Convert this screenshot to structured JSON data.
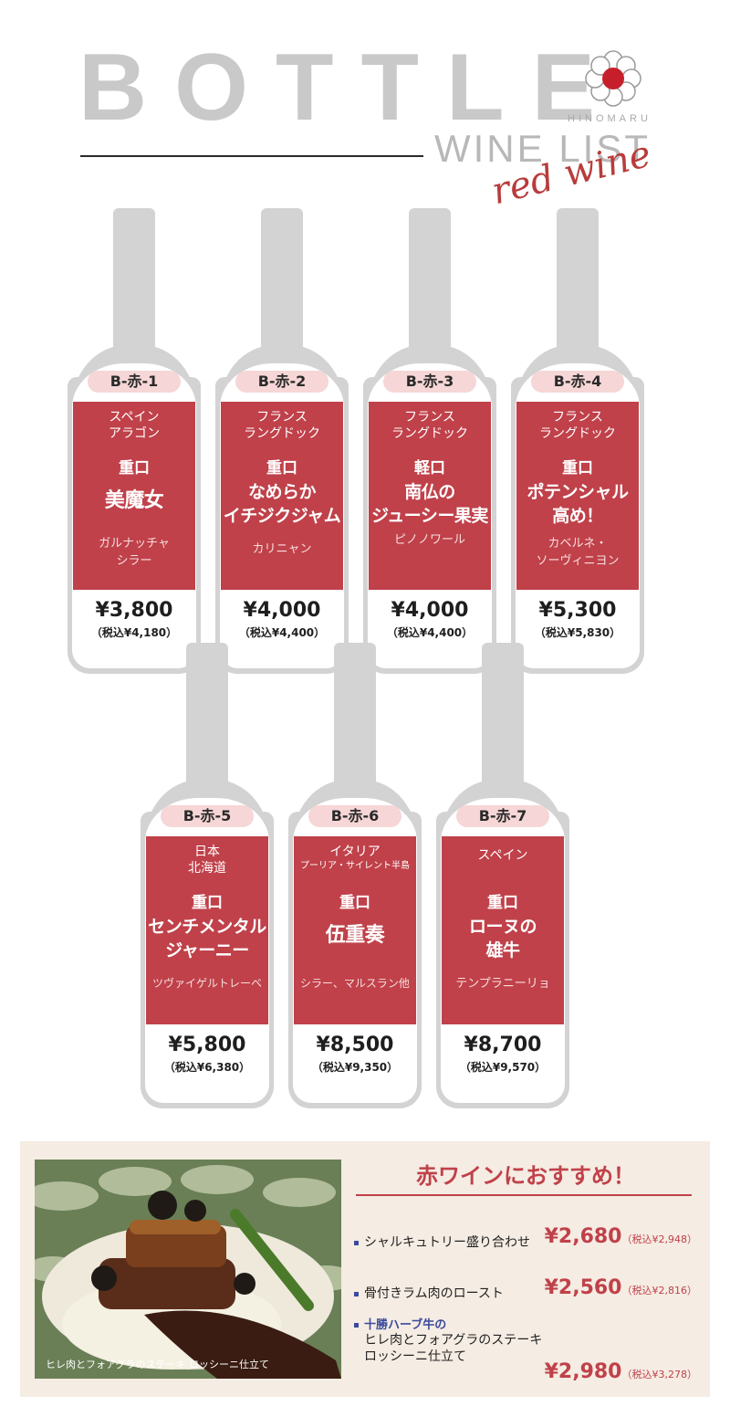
{
  "header": {
    "title": "BOTTLE",
    "brand": "HINOMARU",
    "subtitle": "WINE LIST",
    "script": "red wine"
  },
  "colors": {
    "label_red": "#c0414a",
    "bottle_gray": "#d3d3d3",
    "code_pink": "#f6d6d6"
  },
  "wines": [
    {
      "code": "B-赤-1",
      "region": "スペイン",
      "subregion": "アラゴン",
      "taste": "重口",
      "name1": "美魔女",
      "name2": "",
      "grape1": "ガルナッチャ",
      "grape2": "シラー",
      "price": "¥3,800",
      "price_tax": "（税込¥4,180）"
    },
    {
      "code": "B-赤-2",
      "region": "フランス",
      "subregion": "ラングドック",
      "taste": "重口",
      "name1": "なめらか",
      "name2": "イチジクジャム",
      "grape1": "カリニャン",
      "grape2": "",
      "price": "¥4,000",
      "price_tax": "（税込¥4,400）"
    },
    {
      "code": "B-赤-3",
      "region": "フランス",
      "subregion": "ラングドック",
      "taste": "軽口",
      "name1": "南仏の",
      "name2": "ジューシー果実",
      "grape1": "ピノノワール",
      "grape2": "",
      "price": "¥4,000",
      "price_tax": "（税込¥4,400）"
    },
    {
      "code": "B-赤-4",
      "region": "フランス",
      "subregion": "ラングドック",
      "taste": "重口",
      "name1": "ポテンシャル",
      "name2": "高め！",
      "grape1": "カベルネ・",
      "grape2": "ソーヴィニヨン",
      "price": "¥5,300",
      "price_tax": "（税込¥5,830）"
    },
    {
      "code": "B-赤-5",
      "region": "日本",
      "subregion": "北海道",
      "taste": "重口",
      "name1": "センチメンタル",
      "name2": "ジャーニー",
      "grape1": "ツヴァイゲルトレーベ",
      "grape2": "",
      "price": "¥5,800",
      "price_tax": "（税込¥6,380）"
    },
    {
      "code": "B-赤-6",
      "region": "イタリア",
      "subregion": "プーリア・サイレント半島",
      "taste": "重口",
      "name1": "伍重奏",
      "name2": "",
      "grape1": "シラー、マルスラン他",
      "grape2": "",
      "price": "¥8,500",
      "price_tax": "（税込¥9,350）"
    },
    {
      "code": "B-赤-7",
      "region": "スペイン",
      "subregion": "",
      "taste": "重口",
      "name1": "ローヌの",
      "name2": "雄牛",
      "grape1": "テンプラニーリョ",
      "grape2": "",
      "price": "¥8,700",
      "price_tax": "（税込¥9,570）"
    }
  ],
  "recommend": {
    "title": "赤ワインにおすすめ！",
    "photo_caption": "ヒレ肉とフォアグラのステーキ ロッシーニ仕立て",
    "items": [
      {
        "name": "シャルキュトリー盛り合わせ",
        "price": "¥2,680",
        "price_tax": "（税込¥2,948）"
      },
      {
        "name": "骨付きラム肉のロースト",
        "price": "¥2,560",
        "price_tax": "（税込¥2,816）"
      },
      {
        "prefix": "十勝ハーブ牛の",
        "line1": "ヒレ肉とフォアグラのステーキ",
        "line2": "ロッシーニ仕立て",
        "price": "¥2,980",
        "price_tax": "（税込¥3,278）"
      }
    ]
  }
}
